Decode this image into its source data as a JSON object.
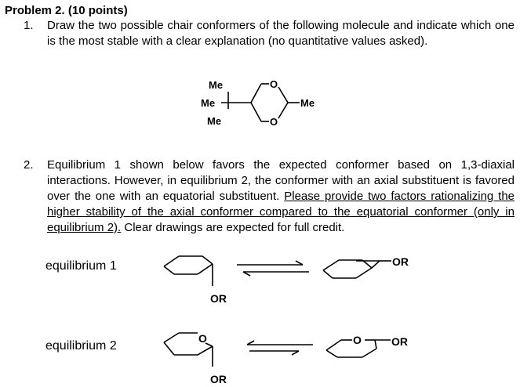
{
  "title": "Problem 2. (10 points)",
  "q1": {
    "num": "1.",
    "text": "Draw the two possible chair conformers of the following molecule and indicate which one is the most stable with a clear explanation (no quantitative values asked)."
  },
  "molecule": {
    "me_top": "Me",
    "me_left": "Me",
    "me_bottom": "Me",
    "o_top": "O",
    "o_bottom": "O",
    "me_right": "Me"
  },
  "q2": {
    "num": "2.",
    "text_before": "Equilibrium 1 shown below favors the expected conformer based on 1,3-diaxial interactions. However, in equilibrium 2, the conformer with an axial substituent is favored over the one with an equatorial substituent. ",
    "text_underlined": "Please provide two factors rationalizing the higher stability of the axial conformer compared to the equatorial conformer (only in equilibrium 2).",
    "text_after": " Clear drawings are expected for full credit."
  },
  "eq1": {
    "label": "equilibrium 1",
    "left_sub": "OR",
    "right_sub": "OR"
  },
  "eq2": {
    "label": "equilibrium 2",
    "left_o": "O",
    "left_sub": "OR",
    "right_o": "O",
    "right_sub": "OR"
  }
}
